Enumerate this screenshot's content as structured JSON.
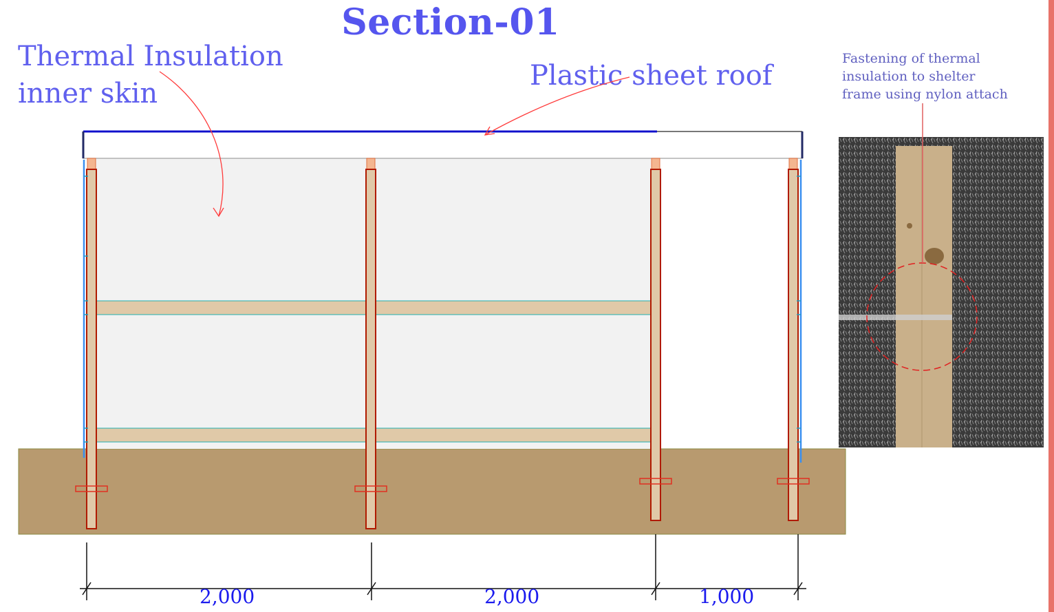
{
  "title": "Section-01",
  "labels": {
    "insulation": "Thermal Insulation inner skin",
    "roof": "Plastic sheet roof",
    "fastening": "Fastening of thermal insulation to shelter frame using nylon attach"
  },
  "dimensions": [
    "2,000",
    "2,000",
    "1,000"
  ],
  "photo": {
    "description_icon": "photo-insulation-fastening"
  },
  "colors": {
    "title": "#5555ee",
    "ground": "#b89a6f",
    "timber": "#e0c9a8",
    "post_outline": "#b01a00",
    "roof_line": "#1010cc",
    "annotation_arrow": "#ff3030",
    "insulation_fill": "#f2f2f2",
    "dimension_text": "#1a1aee"
  }
}
